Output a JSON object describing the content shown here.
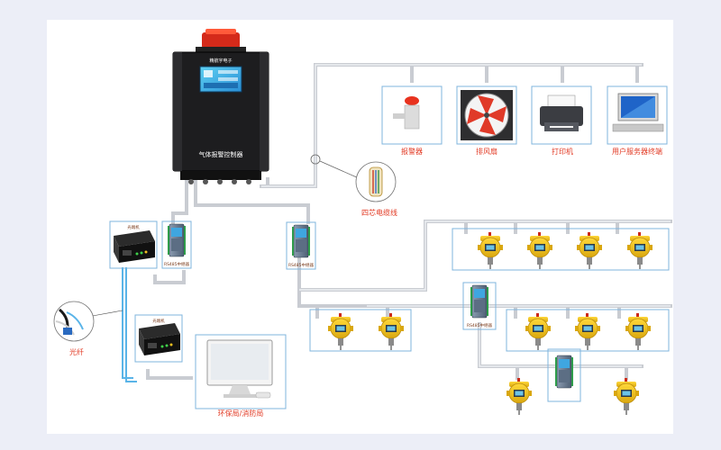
{
  "controller": {
    "label": "气体报警控制器",
    "brand": "精航宇电子"
  },
  "outputs": [
    {
      "key": "alarm",
      "label": "报警器",
      "icon": "alarm-light-icon"
    },
    {
      "key": "fan",
      "label": "排风扇",
      "icon": "exhaust-fan-icon"
    },
    {
      "key": "printer",
      "label": "打印机",
      "icon": "printer-icon"
    },
    {
      "key": "terminal",
      "label": "用户服务器终端",
      "icon": "computer-terminal-icon"
    }
  ],
  "cable": {
    "label": "四芯电缆线"
  },
  "fiber": {
    "label": "光纤"
  },
  "converter": {
    "label": "光端机"
  },
  "repeater": {
    "label": "RS485中继器"
  },
  "station": {
    "label": "环保局/消防局"
  },
  "colors": {
    "label": "#e23a24",
    "box": "#7fb4dd",
    "pipe": "#c9ccd2",
    "detector": "#f2c21c",
    "fiber": "#5ab4e8"
  }
}
